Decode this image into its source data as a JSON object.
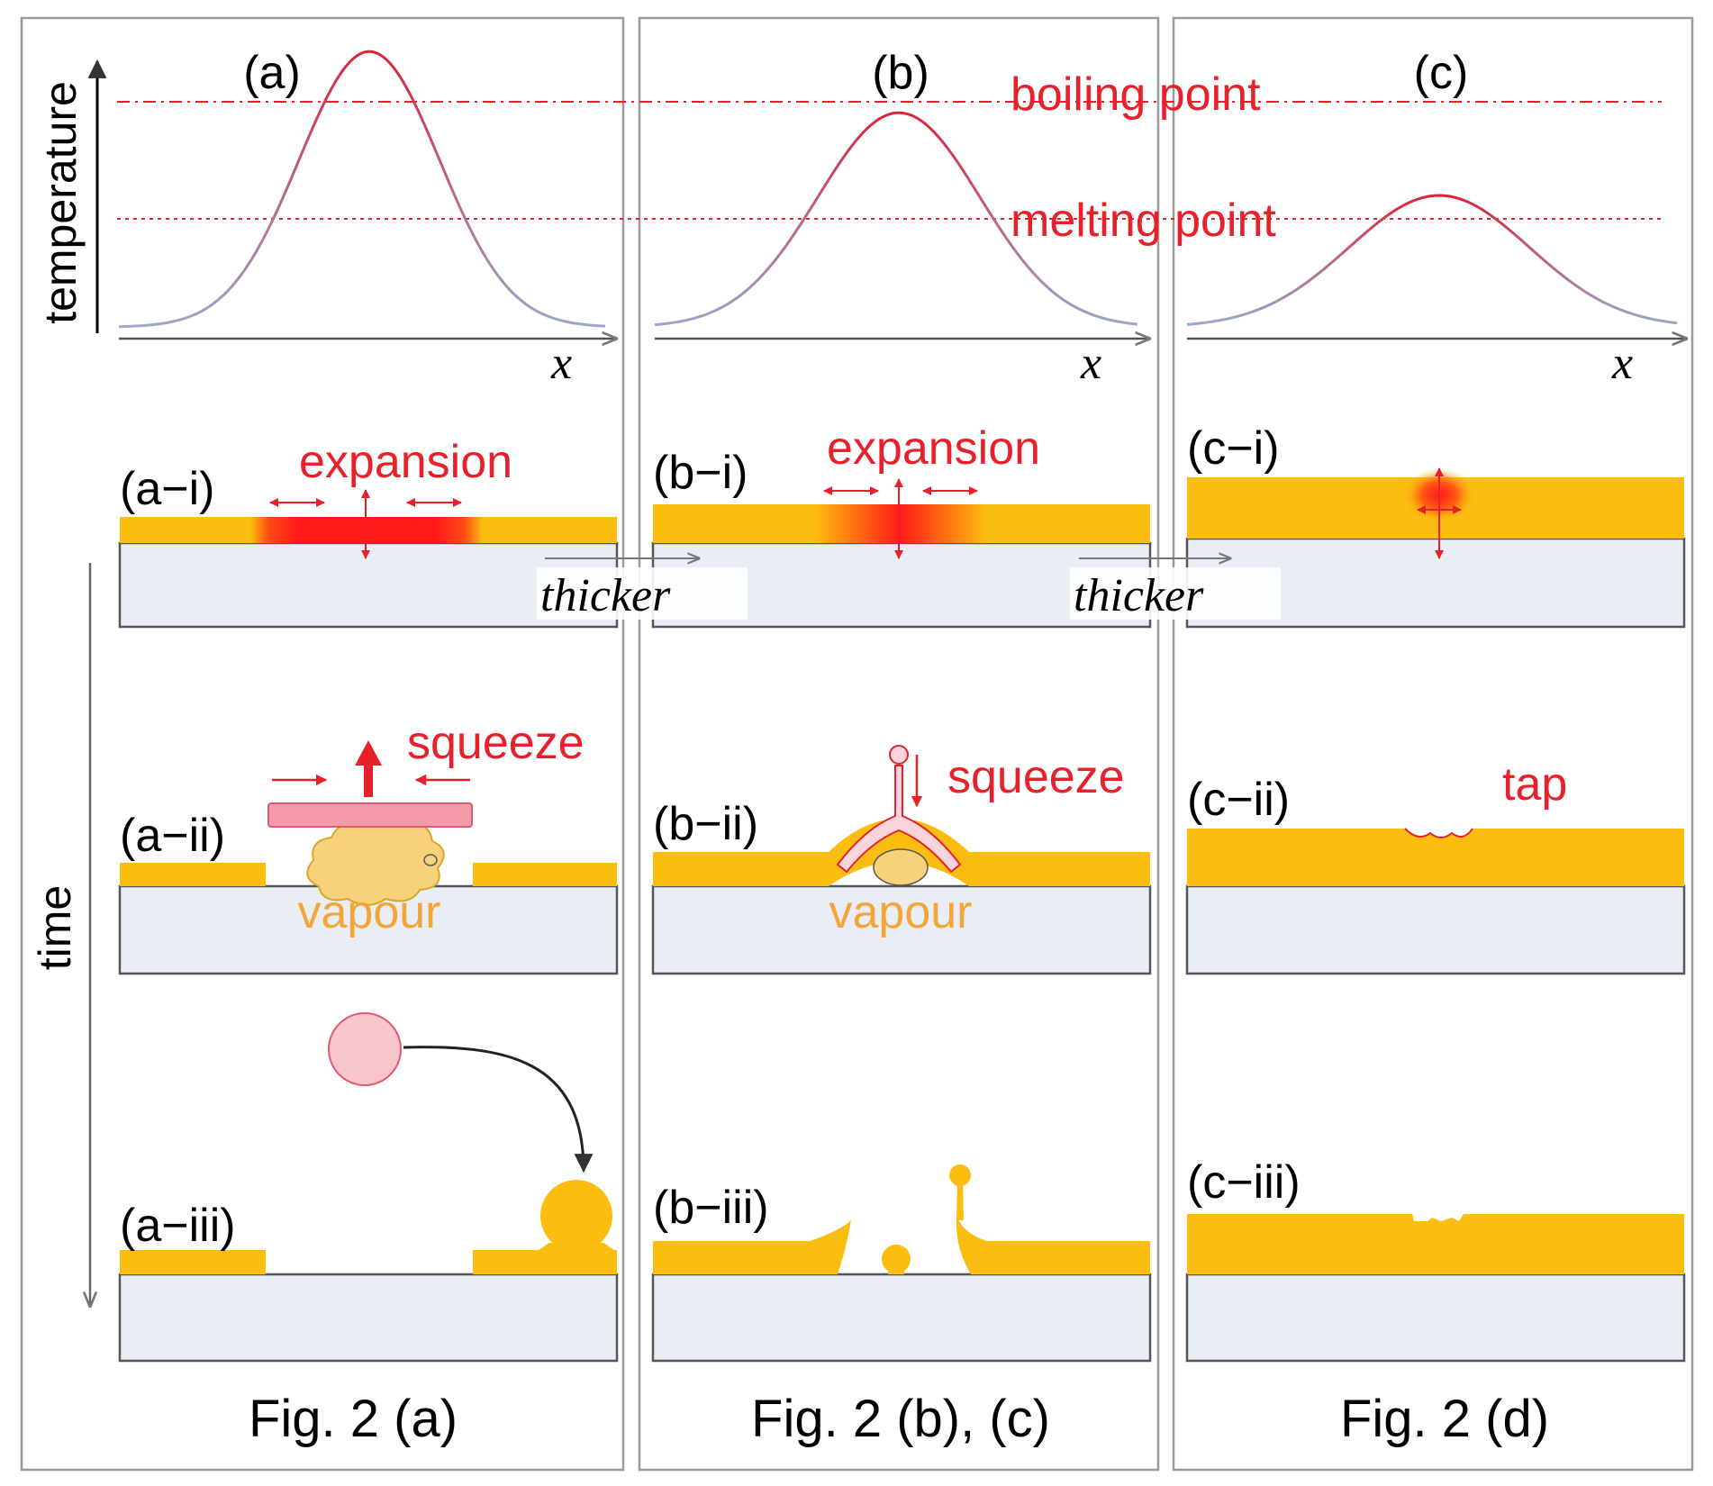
{
  "panels": {
    "a": {
      "curve_label": "(a)",
      "stage_labels": [
        "(a−i)",
        "(a−ii)",
        "(a−iii)"
      ],
      "caption": "Fig. 2 (a)",
      "peak": 0.92
    },
    "b": {
      "curve_label": "(b)",
      "stage_labels": [
        "(b−i)",
        "(b−ii)",
        "(b−iii)"
      ],
      "caption": "Fig. 2 (b), (c)",
      "peak": 0.72
    },
    "c": {
      "curve_label": "(c)",
      "stage_labels": [
        "(c−i)",
        "(c−ii)",
        "(c−iii)"
      ],
      "caption": "Fig. 2 (d)",
      "peak": 0.45
    }
  },
  "axes": {
    "y_label": "temperature",
    "x_label": "x",
    "time_label": "time"
  },
  "levels": {
    "boiling_label": "boiling point",
    "melting_label": "melting point",
    "boiling": 0.85,
    "melting": 0.5
  },
  "annotations": {
    "expansion": "expansion",
    "squeeze": "squeeze",
    "vapour": "vapour",
    "tap": "tap",
    "thicker": "thicker"
  },
  "colors": {
    "film": "#fbbd0f",
    "substrate": "#e9eef5",
    "hot": "#ff1a1a",
    "accent_red": "#e8202a",
    "curve_hot": "#d9253a",
    "curve_cold": "#9aa8c8",
    "frame": "#9a9a9a"
  }
}
